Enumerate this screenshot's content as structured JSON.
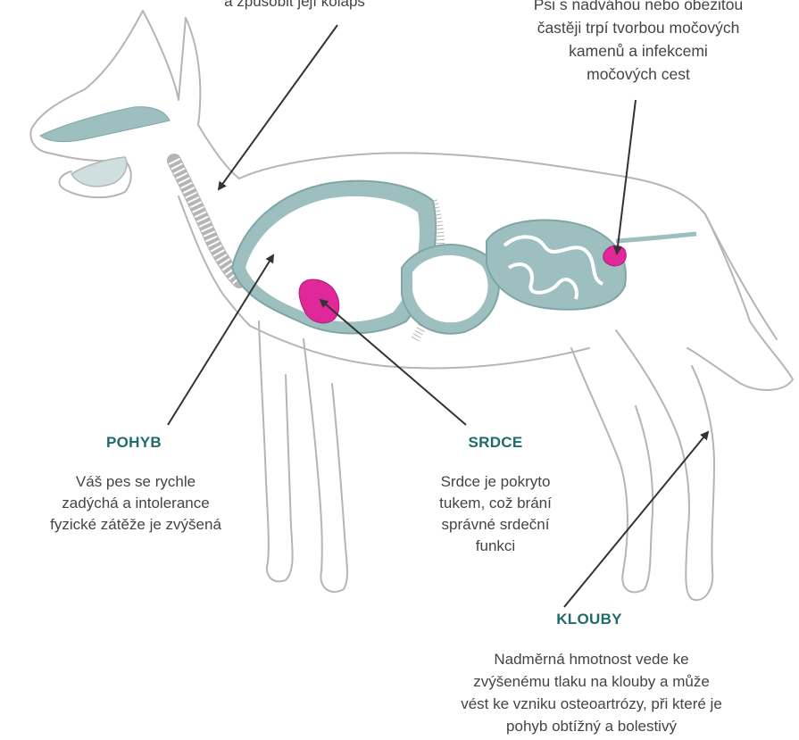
{
  "colors": {
    "outline": "#b5b5b5",
    "organ": "#9ebfbf",
    "organ_dark": "#7fa6a6",
    "heart": "#e0289a",
    "heading": "#1e6b6b",
    "arrow": "#333333",
    "text": "#444444"
  },
  "callouts": {
    "trachea_text": "a způsobit její kolaps",
    "bladder_text": "Psi s nadváhou nebo obezitou\nčastěji trpí tvorbou močových\nkamenů  a infekcemi\nmočových cest",
    "pohyb": {
      "heading": "POHYB",
      "text": "Váš pes se rychle\nzadýchá a intolerance\nfyzické zátěže je zvýšená"
    },
    "srdce": {
      "heading": "SRDCE",
      "text": "Srdce je pokryto\ntukem, což brání\nsprávné srdeční\nfunkci"
    },
    "klouby": {
      "heading": "KLOUBY",
      "text": "Nadměrná hmotnost vede ke\nzvýšenému tlaku na klouby a může\nvést ke vzniku osteoartrózy, při které je\npohyb obtížný a bolestivý"
    }
  }
}
